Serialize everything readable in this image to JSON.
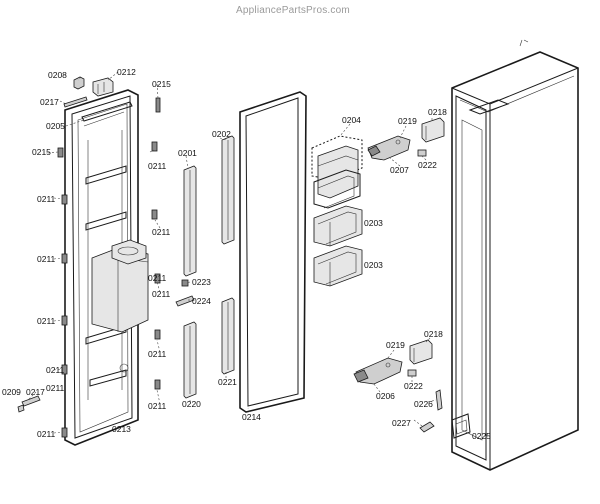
{
  "watermark": "AppliancePartsPros.com",
  "labels": {
    "l0208": "0208",
    "l0212": "0212",
    "l0215a": "0215",
    "l0217a": "0217",
    "l0205": "0205",
    "l0215b": "0215",
    "l0211a": "0211",
    "l0211b": "0211",
    "l0211c": "0211",
    "l0211d": "0211",
    "l0211e": "0211",
    "l0211f": "0211",
    "l0211g": "0211",
    "l0211h": "0211",
    "l0211i": "0211",
    "l0211j": "0211",
    "l0211k": "0211",
    "l0211l": "0211",
    "l0209": "0209",
    "l0217b": "0217",
    "l0213": "0213",
    "l0201": "0201",
    "l0202": "0202",
    "l0223": "0223",
    "l0224": "0224",
    "l0220": "0220",
    "l0221": "0221",
    "l0214": "0214",
    "l0204": "0204",
    "l0203a": "0203",
    "l0203b": "0203",
    "l0219a": "0219",
    "l0218a": "0218",
    "l0207": "0207",
    "l0222a": "0222",
    "l0219b": "0219",
    "l0218b": "0218",
    "l0222b": "0222",
    "l0206": "0206",
    "l0226": "0226",
    "l0227": "0227",
    "l0225": "0225"
  }
}
